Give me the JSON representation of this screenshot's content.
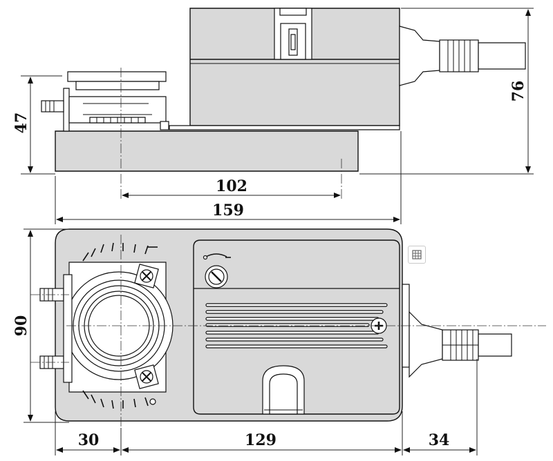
{
  "dimensions": {
    "side_height": "47",
    "overall_height": "76",
    "shaft_to_end": "102",
    "overall_length": "159",
    "width": "90",
    "shaft_offset": "30",
    "body_to_cable": "129",
    "cable_length": "34"
  },
  "icons": {
    "corner_button": "table-grid-icon"
  }
}
